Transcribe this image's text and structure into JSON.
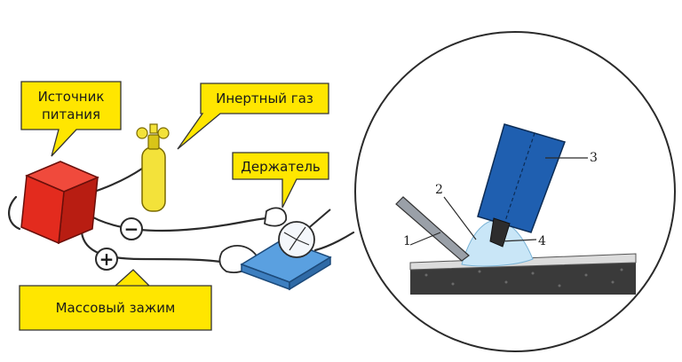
{
  "labels": {
    "power_source_line1": "Источник",
    "power_source_line2": "питания",
    "inert_gas": "Инертный газ",
    "holder": "Держатель",
    "ground_clamp": "Массовый зажим"
  },
  "signs": {
    "minus": "−",
    "plus": "+"
  },
  "detail_numbers": {
    "n1": "1",
    "n2": "2",
    "n3": "3",
    "n4": "4"
  },
  "colors": {
    "callout_fill": "#ffe600",
    "power_box": "#e32b1e",
    "gas_cylinder": "#f3e23a",
    "torch_body": "#1f5fb0",
    "workpiece": "#3a3a3a",
    "table_plate": "#5aa0e0"
  }
}
